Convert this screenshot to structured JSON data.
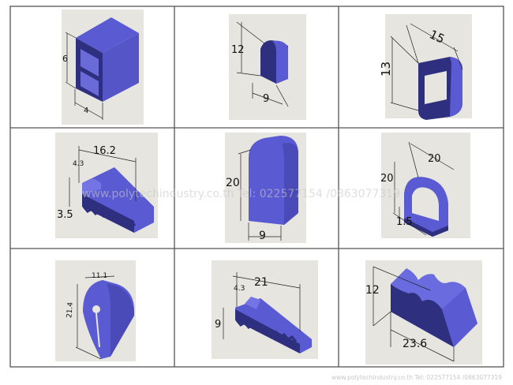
{
  "colors": {
    "body": "#5a5ad2",
    "shade": "#2f2f80",
    "top": "#7474e4",
    "panel": "#e6e5df",
    "grid": "#555555"
  },
  "cells": [
    {
      "dims": [
        "6",
        "4"
      ]
    },
    {
      "dims": [
        "12",
        "9"
      ]
    },
    {
      "dims": [
        "15",
        "13"
      ]
    },
    {
      "dims": [
        "16.2",
        "4.3",
        "3.5"
      ]
    },
    {
      "dims": [
        "20",
        "9"
      ]
    },
    {
      "dims": [
        "20",
        "20",
        "1.5"
      ]
    },
    {
      "dims": [
        "11.1",
        "21.4"
      ]
    },
    {
      "dims": [
        "4.3",
        "21",
        "9"
      ]
    },
    {
      "dims": [
        "12",
        "23.6"
      ]
    }
  ],
  "watermark": {
    "center": "www.polytechindustry.co.th Tel: 022577154 /0863077319",
    "footer": "www.polytechindustry.co.th Tel: 022577154 /0863077319"
  }
}
